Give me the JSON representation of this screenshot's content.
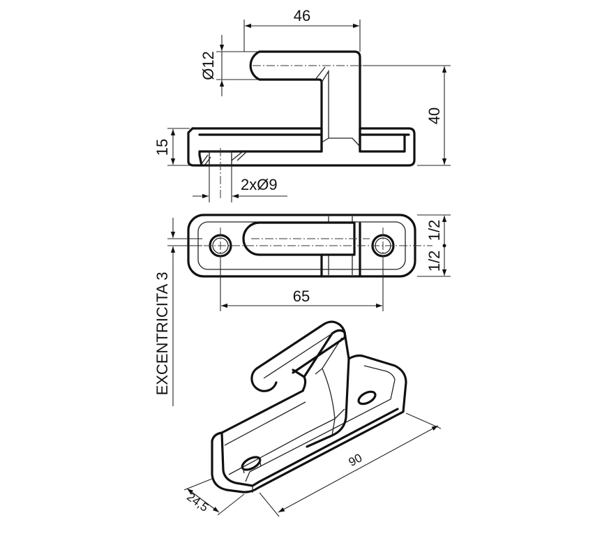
{
  "dimensions": {
    "top_width": "46",
    "pin_diameter": "Ø12",
    "total_height": "40",
    "base_height": "15",
    "holes": "2xØ9",
    "hole_spacing": "65",
    "half_top": "1/2",
    "half_bottom": "1/2",
    "eccentricity": "EXCENTRICITA 3",
    "length": "90",
    "width": "24,5"
  }
}
